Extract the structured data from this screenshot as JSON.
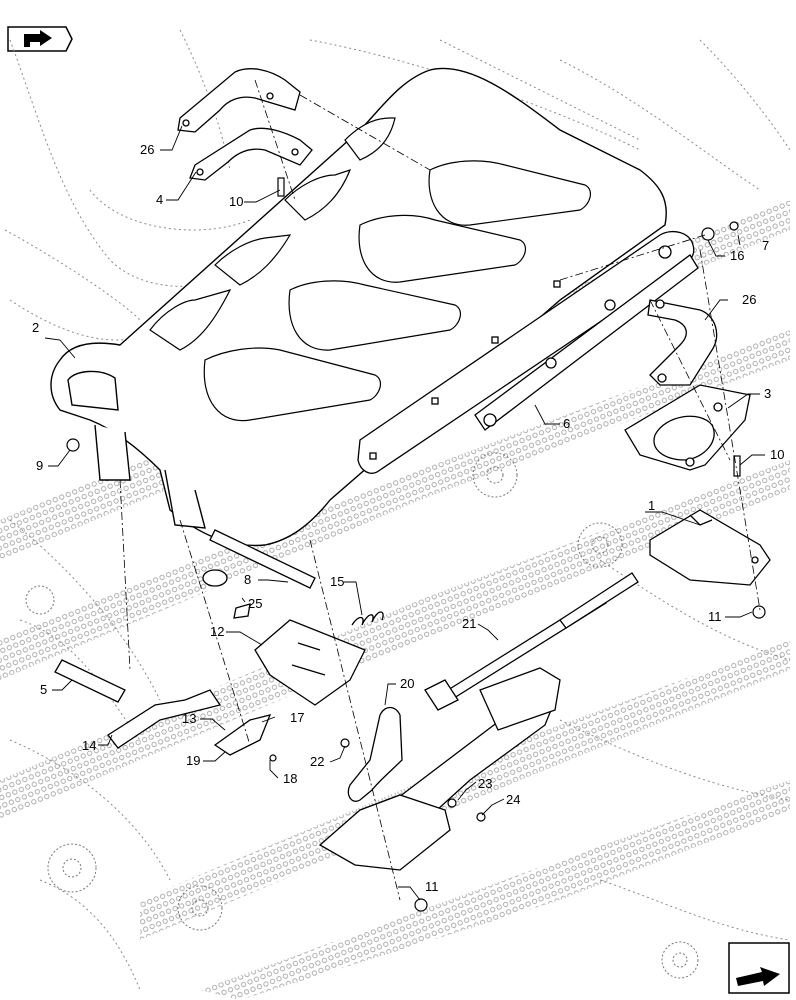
{
  "nav": {
    "back_icon": "return-arrow-icon",
    "next_icon": "forward-arrow-icon"
  },
  "callouts": [
    {
      "id": "c1",
      "label": "1"
    },
    {
      "id": "c2",
      "label": "2"
    },
    {
      "id": "c3",
      "label": "3"
    },
    {
      "id": "c4",
      "label": "4"
    },
    {
      "id": "c5",
      "label": "5"
    },
    {
      "id": "c6",
      "label": "6"
    },
    {
      "id": "c7",
      "label": "7"
    },
    {
      "id": "c8",
      "label": "8"
    },
    {
      "id": "c9",
      "label": "9"
    },
    {
      "id": "c10a",
      "label": "10"
    },
    {
      "id": "c10b",
      "label": "10"
    },
    {
      "id": "c11a",
      "label": "11"
    },
    {
      "id": "c11b",
      "label": "11"
    },
    {
      "id": "c12",
      "label": "12"
    },
    {
      "id": "c13",
      "label": "13"
    },
    {
      "id": "c14",
      "label": "14"
    },
    {
      "id": "c15",
      "label": "15"
    },
    {
      "id": "c16",
      "label": "16"
    },
    {
      "id": "c17",
      "label": "17"
    },
    {
      "id": "c18",
      "label": "18"
    },
    {
      "id": "c19",
      "label": "19"
    },
    {
      "id": "c20",
      "label": "20"
    },
    {
      "id": "c21",
      "label": "21"
    },
    {
      "id": "c22",
      "label": "22"
    },
    {
      "id": "c23",
      "label": "23"
    },
    {
      "id": "c24",
      "label": "24"
    },
    {
      "id": "c25",
      "label": "25"
    },
    {
      "id": "c26a",
      "label": "26"
    },
    {
      "id": "c26b",
      "label": "26"
    }
  ]
}
